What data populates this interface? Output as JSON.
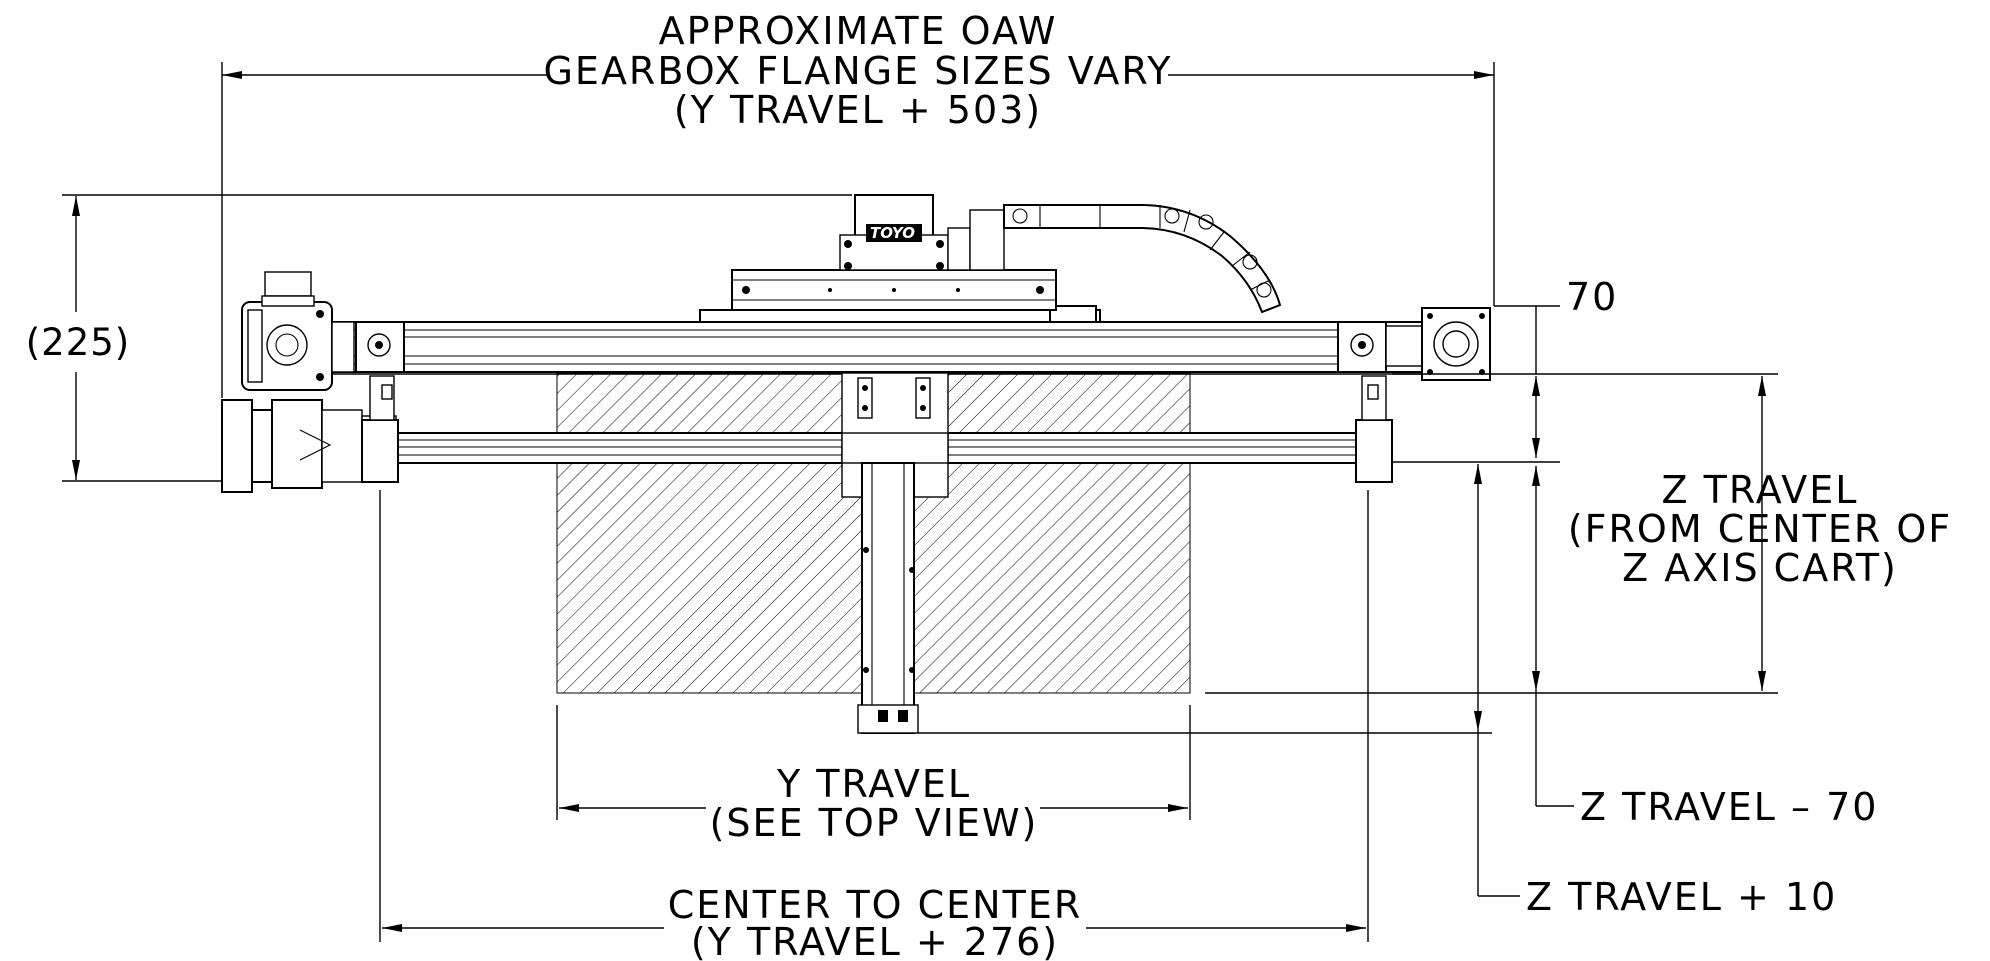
{
  "dimensions": {
    "overall_width": {
      "line1": "APPROXIMATE OAW",
      "line2": "GEARBOX FLANGE SIZES VARY",
      "line3": "(Y TRAVEL + 503)"
    },
    "height": "(225)",
    "offset": "70",
    "z_travel": {
      "line1": "Z TRAVEL",
      "line2": "(FROM CENTER OF",
      "line3": "Z AXIS CART)"
    },
    "z_travel_minus": "Z TRAVEL – 70",
    "z_travel_plus": "Z TRAVEL + 10",
    "y_travel": {
      "line1": "Y TRAVEL",
      "line2": "(SEE TOP VIEW)"
    },
    "center_to_center": {
      "line1": "CENTER TO CENTER",
      "line2": "(Y TRAVEL + 276)"
    }
  },
  "logo": "TOYO"
}
